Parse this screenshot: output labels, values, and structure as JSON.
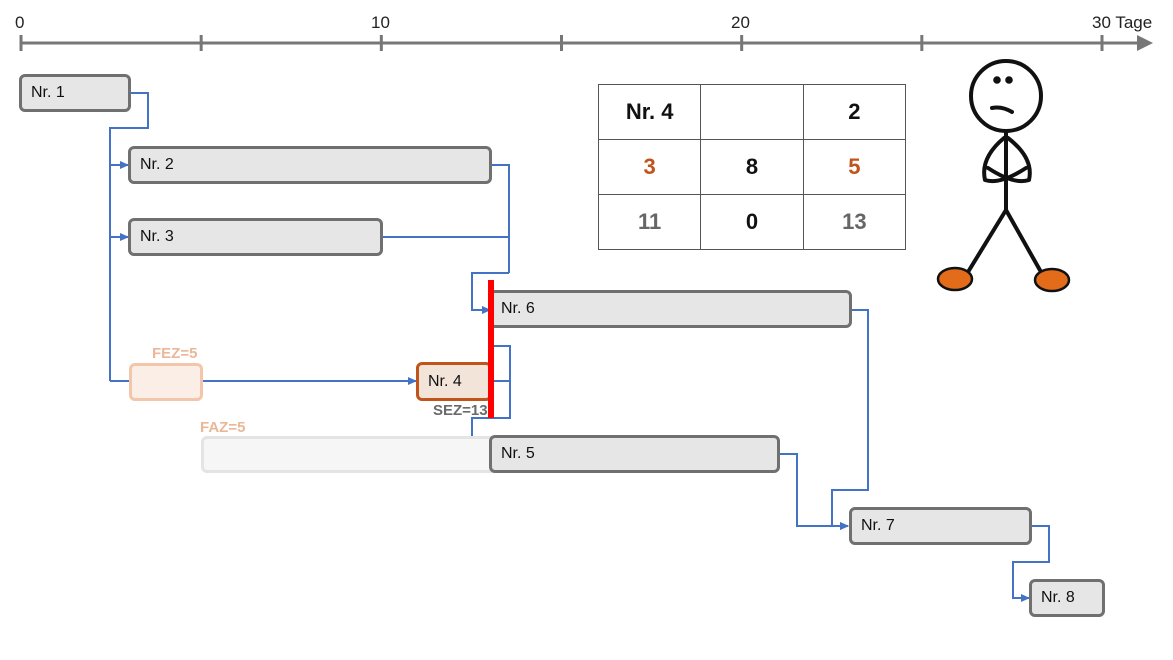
{
  "axis": {
    "ticks": [
      {
        "value": 0,
        "label": "0"
      },
      {
        "value": 5,
        "label": ""
      },
      {
        "value": 10,
        "label": "10"
      },
      {
        "value": 15,
        "label": ""
      },
      {
        "value": 20,
        "label": "20"
      },
      {
        "value": 25,
        "label": ""
      },
      {
        "value": 30,
        "label": "30 Tage"
      }
    ]
  },
  "activities": [
    {
      "id": "nr1",
      "label": "Nr. 1",
      "start": 0,
      "duration": 3
    },
    {
      "id": "nr2",
      "label": "Nr. 2",
      "start": 3,
      "duration": 10
    },
    {
      "id": "nr3",
      "label": "Nr. 3",
      "start": 3,
      "duration": 7
    },
    {
      "id": "nr4",
      "label": "Nr. 4",
      "start": 11,
      "duration": 2
    },
    {
      "id": "nr6",
      "label": "Nr. 6",
      "start": 13,
      "duration": 10
    },
    {
      "id": "nr5",
      "label": "Nr. 5",
      "start": 13,
      "duration": 8
    },
    {
      "id": "nr7",
      "label": "Nr. 7",
      "start": 23,
      "duration": 5
    },
    {
      "id": "nr8",
      "label": "Nr. 8",
      "start": 28,
      "duration": 2
    }
  ],
  "annotations": {
    "fez": "FEZ=5",
    "faz": "FAZ=5",
    "sez": "SEZ=13"
  },
  "node_table": {
    "rows": [
      [
        "Nr. 4",
        "",
        "2"
      ],
      [
        "3",
        "8",
        "5"
      ],
      [
        "11",
        "0",
        "13"
      ]
    ]
  },
  "colors": {
    "link": "#4472c4",
    "critical": "#ff0000",
    "accent": "#c0541a",
    "ghost": "#eab798",
    "shoe": "#e36c1a"
  }
}
